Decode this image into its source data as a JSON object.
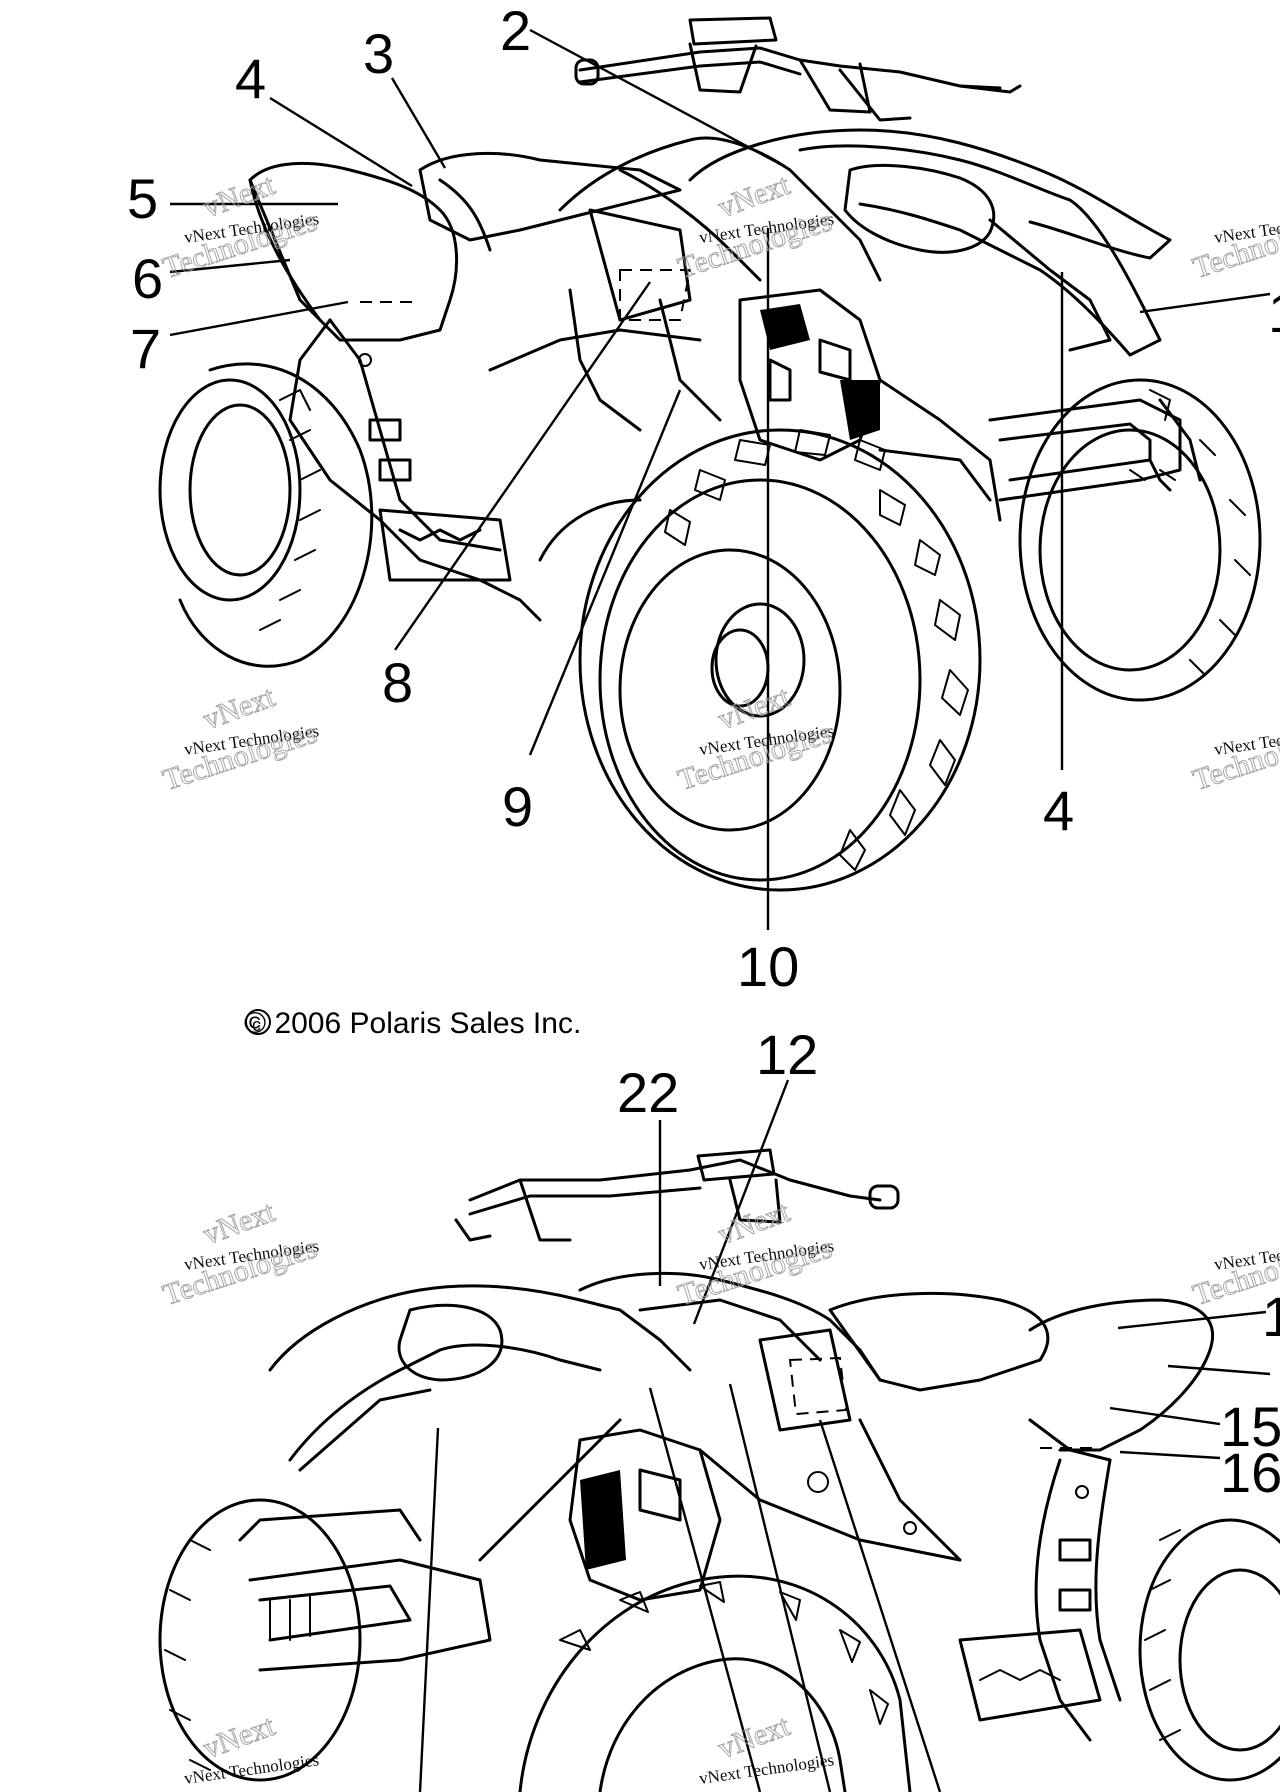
{
  "copyright": "© 2006 Polaris Sales Inc.",
  "watermark": {
    "line1": "vNext Technologies",
    "line2": "vNext",
    "line3": "Technologies"
  },
  "top_view": {
    "callouts": [
      {
        "id": "c2",
        "label": "2"
      },
      {
        "id": "c3",
        "label": "3"
      },
      {
        "id": "c4a",
        "label": "4"
      },
      {
        "id": "c5",
        "label": "5"
      },
      {
        "id": "c6",
        "label": "6"
      },
      {
        "id": "c7",
        "label": "7"
      },
      {
        "id": "c8",
        "label": "8"
      },
      {
        "id": "c9",
        "label": "9"
      },
      {
        "id": "c10",
        "label": "10"
      },
      {
        "id": "c4b",
        "label": "4"
      },
      {
        "id": "c1",
        "label": "1"
      }
    ]
  },
  "bottom_view": {
    "callouts": [
      {
        "id": "c22",
        "label": "22"
      },
      {
        "id": "c12",
        "label": "12"
      },
      {
        "id": "c14",
        "label": "1"
      },
      {
        "id": "c15",
        "label": "15"
      },
      {
        "id": "c16",
        "label": "16"
      }
    ]
  }
}
